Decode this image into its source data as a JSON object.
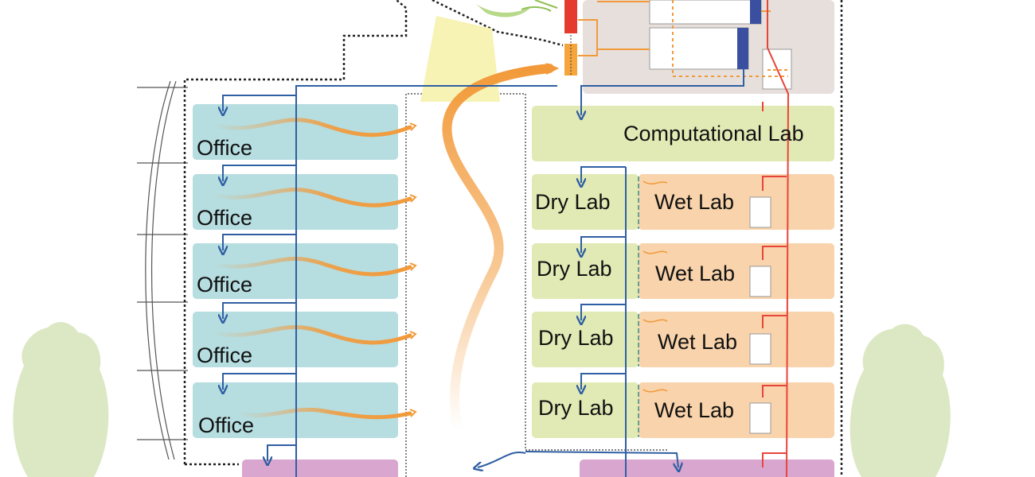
{
  "labels": {
    "office": [
      "Office",
      "Office",
      "Office",
      "Office",
      "Office"
    ],
    "computational_lab": "Computational Lab",
    "dry_lab": [
      "Dry Lab",
      "Dry Lab",
      "Dry Lab",
      "Dry Lab"
    ],
    "wet_lab": [
      "Wet Lab",
      "Wet Lab",
      "Wet Lab",
      "Wet Lab"
    ]
  },
  "colors": {
    "office_block": "#b6dde0",
    "computational_block": "#e1eab4",
    "dry_lab_block": "#e1eab4",
    "wet_lab_block": "#f8d3ab",
    "service_block": "#e6dfdc",
    "ground_block": "#d9a6cf",
    "supply_air_line": "#2f5fa3",
    "exhaust_line": "#e8453a",
    "natural_airflow": "#f29a3a",
    "tree": "#dce8c4",
    "atrium_skylight": "#f7f3b5"
  }
}
